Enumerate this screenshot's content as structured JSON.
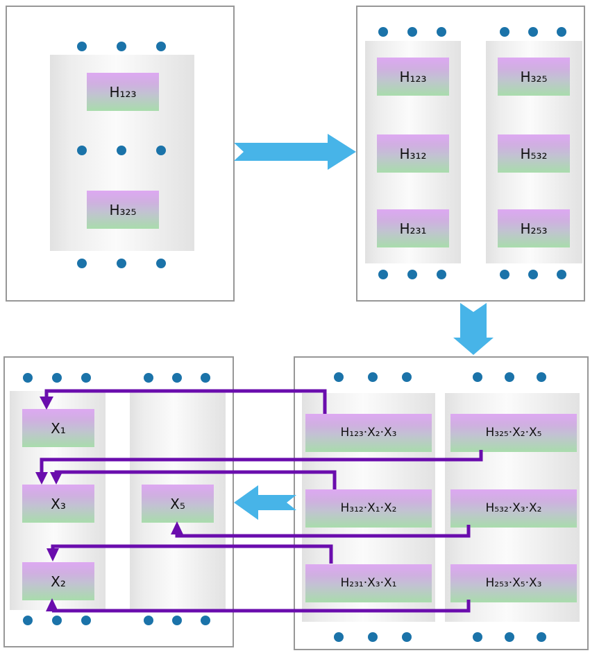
{
  "colors": {
    "flow_arrow_blue": "#47b4e8",
    "connector_purple": "#6a0dad",
    "vertex_dot_blue": "#1b73a9",
    "box_gradient_top": "#dda8f2",
    "box_gradient_middle": "#c2c2d2",
    "box_gradient_bottom": "#a9dcac",
    "panel_border_gray": "#979797"
  },
  "panels": {
    "initial_hypergraph": {
      "boxes": [
        {
          "label": "H₁₂₃"
        },
        {
          "label": "H₃₂₅"
        }
      ]
    },
    "permuted_hypergraphs": {
      "left_column": [
        {
          "label": "H₁₂₃"
        },
        {
          "label": "H₃₁₂"
        },
        {
          "label": "H₂₃₁"
        }
      ],
      "right_column": [
        {
          "label": "H₃₂₅"
        },
        {
          "label": "H₅₃₂"
        },
        {
          "label": "H₂₅₃"
        }
      ]
    },
    "output_signals": {
      "boxes": [
        {
          "label": "X₁"
        },
        {
          "label": "X₃"
        },
        {
          "label": "X₅"
        },
        {
          "label": "X₂"
        }
      ]
    },
    "product_terms": {
      "left_column": [
        {
          "label": "H₁₂₃·X₂·X₃"
        },
        {
          "label": "H₃₁₂·X₁·X₂"
        },
        {
          "label": "H₂₃₁·X₃·X₁"
        }
      ],
      "right_column": [
        {
          "label": "H₃₂₅·X₂·X₅"
        },
        {
          "label": "H₅₃₂·X₃·X₂"
        },
        {
          "label": "H₂₅₃·X₅·X₃"
        }
      ]
    }
  },
  "flow_arrows": [
    {
      "direction": "right",
      "from": "initial_hypergraph",
      "to": "permuted_hypergraphs"
    },
    {
      "direction": "down",
      "from": "permuted_hypergraphs",
      "to": "product_terms"
    },
    {
      "direction": "left",
      "from": "product_terms",
      "to": "output_signals"
    }
  ],
  "connections": [
    {
      "from": "H₁₂₃·X₂·X₃",
      "to": "X₁"
    },
    {
      "from": "H₃₂₅·X₂·X₅",
      "to": "X₃"
    },
    {
      "from": "H₃₁₂·X₁·X₂",
      "to": "X₃"
    },
    {
      "from": "H₅₃₂·X₃·X₂",
      "to": "X₅"
    },
    {
      "from": "H₂₃₁·X₃·X₁",
      "to": "X₂"
    },
    {
      "from": "H₂₅₃·X₅·X₃",
      "to": "X₂"
    }
  ]
}
